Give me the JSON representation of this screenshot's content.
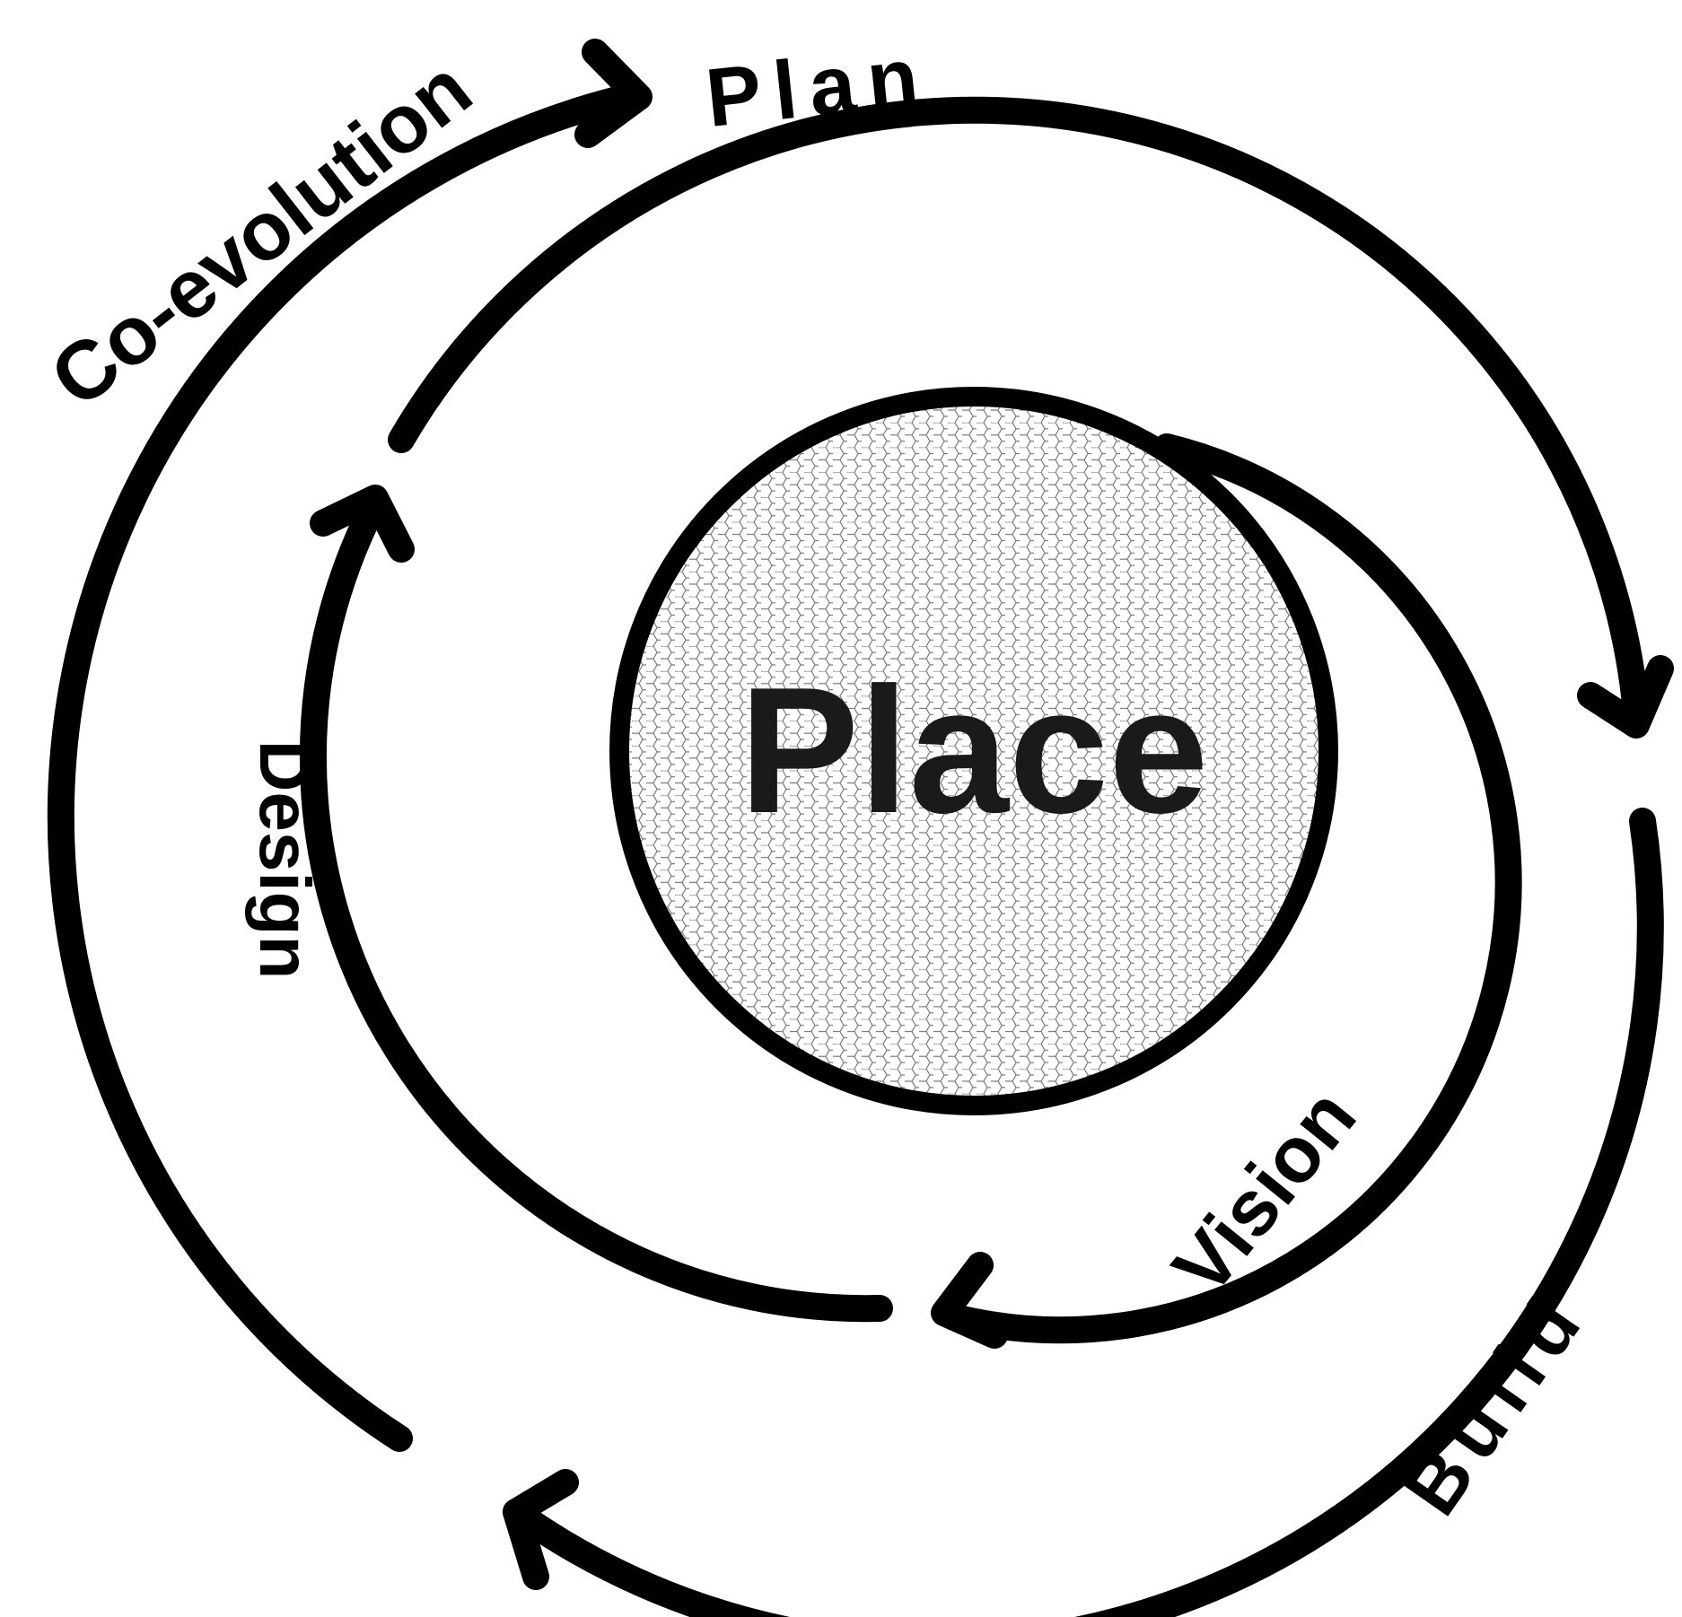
{
  "diagram": {
    "center_label": "Place",
    "labels": {
      "co_evolution": "Co-evolution",
      "plan": "Plan",
      "build": "Build",
      "design": "Design",
      "vision": "Vision"
    }
  }
}
